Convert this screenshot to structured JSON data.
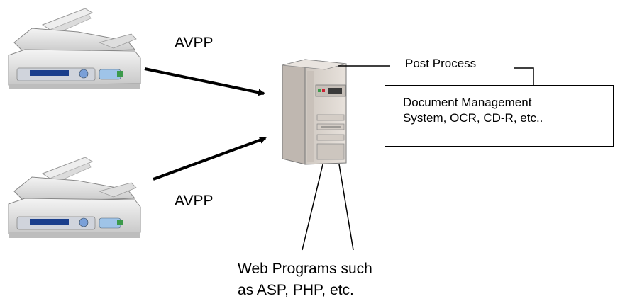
{
  "labels": {
    "avpp_top": "AVPP",
    "avpp_bottom": "AVPP",
    "post_process": "Post Process",
    "dms_line1": "Document Management",
    "dms_line2": "System, OCR, CD-R, etc..",
    "web_line1": "Web Programs such",
    "web_line2": "as ASP, PHP, etc."
  },
  "icons": [
    "scanner-icon",
    "scanner-icon",
    "server-tower-icon"
  ],
  "colors": {
    "line": "#000000",
    "scanner_body": "#e6e6e6",
    "scanner_panel": "#1a3e8c",
    "server_body": "#d9d2cc"
  }
}
